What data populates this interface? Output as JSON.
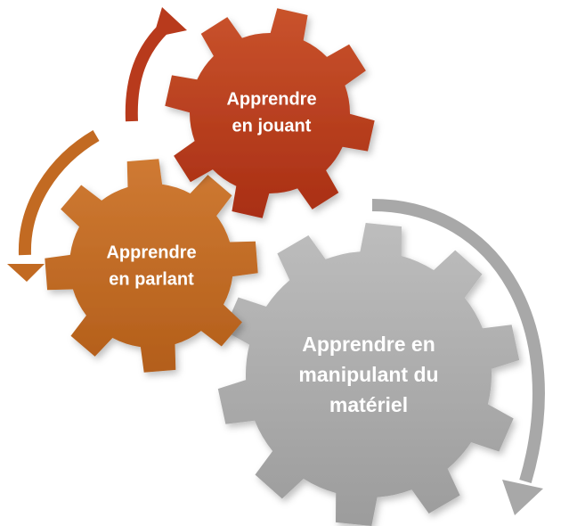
{
  "gears": [
    {
      "id": "gear-jouant",
      "lines": [
        "Apprendre",
        "en jouant"
      ],
      "color": "#B83A1C"
    },
    {
      "id": "gear-parlant",
      "lines": [
        "Apprendre",
        "en parlant"
      ],
      "color": "#C26A22"
    },
    {
      "id": "gear-materiel",
      "lines": [
        "Apprendre en",
        "manipulant du",
        "matériel"
      ],
      "color": "#A8A8A8"
    }
  ],
  "arrows": [
    {
      "id": "arrow-red",
      "color": "#B83A1C"
    },
    {
      "id": "arrow-orange",
      "color": "#C26A22"
    },
    {
      "id": "arrow-gray",
      "color": "#A8A8A8"
    }
  ]
}
